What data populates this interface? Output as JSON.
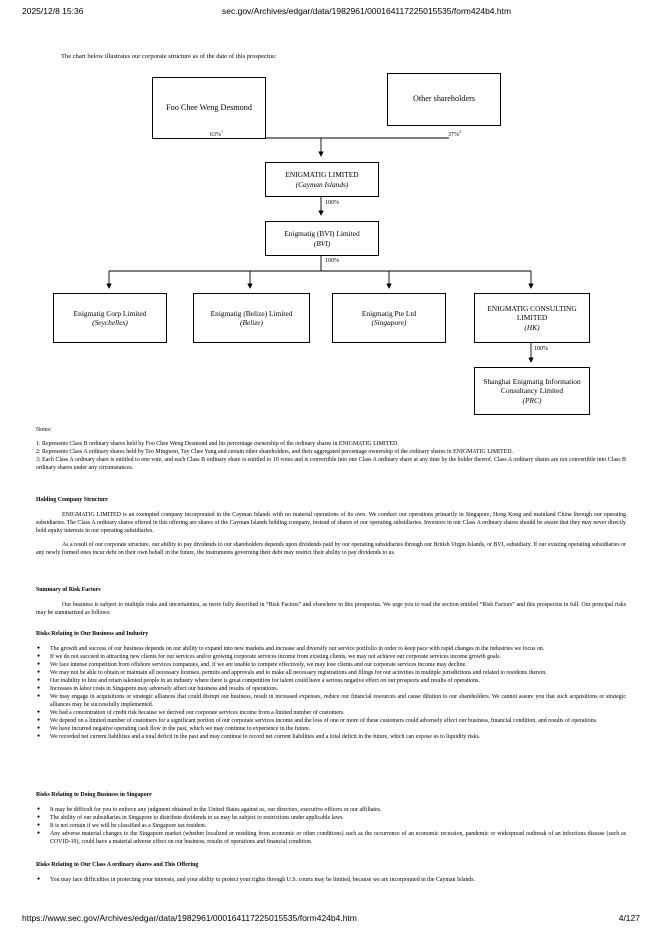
{
  "browser": {
    "timestamp": "2025/12/8 15:36",
    "url_top": "sec.gov/Archives/edgar/data/1982961/000164117225015535/form424b4.htm",
    "url_bottom": "https://www.sec.gov/Archives/edgar/data/1982961/000164117225015535/form424b4.htm",
    "page_count": "4/127"
  },
  "intro": "The chart below illustrates our corporate structure as of the date of this prospectus:",
  "org_chart": {
    "holder1": "Foo Chee Weng Desmond",
    "holder1_pct": "63%",
    "holder1_note": "1",
    "holder2": "Other shareholders",
    "holder2_pct": "37%",
    "holder2_note": "2",
    "parent_name": "ENIGMATIG LIMITED",
    "parent_jur": "(Cayman Islands)",
    "parent_to_bvi_pct": "100%",
    "bvi_name": "Enigmatig (BVI) Limited",
    "bvi_jur": "(BVI)",
    "bvi_to_subs_pct": "100%",
    "sub1_name": "Enigmatig Corp Limited",
    "sub1_jur": "(Seychelles)",
    "sub2_name": "Enigmatig (Belize) Limited",
    "sub2_jur": "(Belize)",
    "sub3_name": "Enigmatig Pte Ltd",
    "sub3_jur": "(Singapore)",
    "sub4_name": "ENIGMATIG CONSULTING LIMITED",
    "sub4_jur": "(HK)",
    "hk_to_sh_pct": "100%",
    "sub5_name": "Shanghai Enigmatig Information Consultancy Limited",
    "sub5_jur": "(PRC)"
  },
  "notes": {
    "title": "Notes:",
    "items": [
      "1: Represents Class B ordinary shares held by Foo Chee Weng Desmond and his percentage ownership of the ordinary shares in ENIGMATIG LIMITED.",
      "2: Represents Class A ordinary shares held by Teo Mingwen, Tay Chee Yang and certain other shareholders, and their aggregated percentage ownership of the ordinary shares in ENIGMATIG LIMITED.",
      "3: Each Class A ordinary share is entitled to one vote, and each Class B ordinary share is entitled to 10 votes and is convertible into one Class A ordinary share at any time by the holder thereof. Class A ordinary shares are not convertible into Class B ordinary shares under any circumstances."
    ]
  },
  "holding": {
    "heading": "Holding Company Structure",
    "p1": "ENIGMATIG LIMITED is an exempted company incorporated in the Cayman Islands with no material operations of its own. We conduct our operations primarily in Singapore, Hong Kong and mainland China through our operating subsidiaries. The Class A ordinary shares offered in this offering are shares of the Cayman Islands holding company, instead of shares of our operating subsidiaries. Investors in our Class A ordinary shares should be aware that they may never directly hold equity interests in our operating subsidiaries.",
    "p2": "As a result of our corporate structure, our ability to pay dividends to our shareholders depends upon dividends paid by our operating subsidiaries through our British Virgin Islands, or BVI, subsidiary. If our existing operating subsidiaries or any newly formed ones incur debt on their own behalf in the future, the instruments governing their debt may restrict their ability to pay dividends to us."
  },
  "summary": {
    "heading": "Summary of Risk Factors",
    "p1": "Our business is subject to multiple risks and uncertainties, as more fully described in “Risk Factors” and elsewhere in this prospectus. We urge you to read the section entitled “Risk Factors” and this prospectus in full. Our principal risks may be summarized as follows:"
  },
  "risks_business": {
    "heading": "Risks Relating to Our Business and Industry",
    "items": [
      "The growth and success of our business depends on our ability to expand into new markets and increase and diversify our service portfolio in order to keep pace with rapid changes in the industries we focus on.",
      "If we do not succeed in attracting new clients for our services and/or growing corporate services income from existing clients, we may not achieve our corporate services income growth goals.",
      "We face intense competition from offshore services companies, and, if we are unable to compete effectively, we may lose clients and our corporate services income may decline.",
      "We may not be able to obtain or maintain all necessary licenses, permits and approvals and to make all necessary registrations and filings for our activities in multiple jurisdictions and related to residents therein.",
      "Our inability to hire and retain talented people in an industry where there is great competition for talent could have a serious negative effect on our prospects and results of operations.",
      "Increases in labor costs in Singapore may adversely affect our business and results of operations.",
      "We may engage in acquisitions or strategic alliances that could disrupt our business, result in increased expenses, reduce our financial resources and cause dilution to our shareholders. We cannot assure you that such acquisitions or strategic alliances may be successfully implemented.",
      "We had a concentration of credit risk because we derived our corporate services income from a limited number of customers.",
      "We depend on a limited number of customers for a significant portion of our corporate services income and the loss of one or more of these customers could adversely affect our business, financial condition, and results of operations.",
      "We have incurred negative operating cash flow in the past, which we may continue to experience in the future.",
      "We recorded net current liabilities and a total deficit in the past and may continue to record net current liabilities and a total deficit in the future, which can expose us to liquidity risks."
    ]
  },
  "risks_singapore": {
    "heading": "Risks Relating to Doing Business in Singapore",
    "items": [
      "It may be difficult for you to enforce any judgment obtained in the United States against us, our directors, executive officers or our affiliates.",
      "The ability of our subsidiaries in Singapore to distribute dividends to us may be subject to restrictions under applicable laws.",
      "It is not certain if we will be classified as a Singapore tax resident.",
      "Any adverse material changes to the Singapore market (whether localized or resulting from economic or other conditions) such as the occurrence of an economic recession, pandemic or widespread outbreak of an infectious disease (such as COVID-19), could have a material adverse effect on our business, results of operations and financial condition."
    ]
  },
  "risks_offering": {
    "heading": "Risks Relating to Our Class A ordinary shares and This Offering",
    "items": [
      "You may face difficulties in protecting your interests, and your ability to protect your rights through U.S. courts may be limited, because we are incorporated in the Cayman Islands."
    ]
  }
}
